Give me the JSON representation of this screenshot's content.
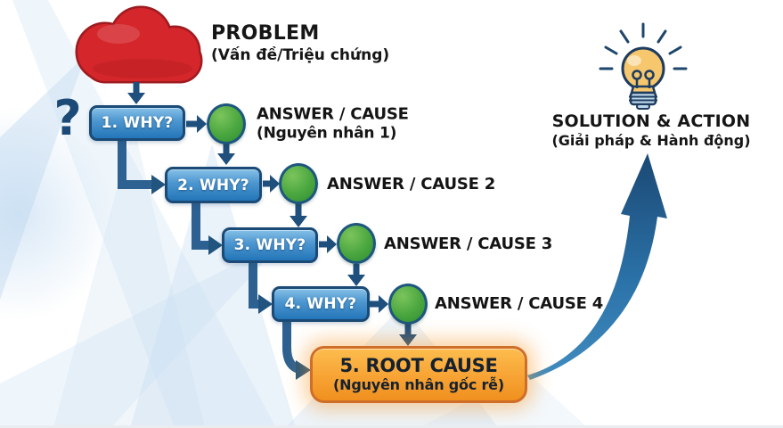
{
  "problem": {
    "title": "PROBLEM",
    "subtitle": "(Vấn đề/Triệu chứng)"
  },
  "question_mark": "?",
  "whys": [
    {
      "label": "1. WHY?",
      "answer": "ANSWER / CAUSE",
      "answer_note": "(Nguyên nhân 1)"
    },
    {
      "label": "2. WHY?",
      "answer": "ANSWER / CAUSE 2"
    },
    {
      "label": "3. WHY?",
      "answer": "ANSWER / CAUSE 3"
    },
    {
      "label": "4. WHY?",
      "answer": "ANSWER / CAUSE 4"
    }
  ],
  "root_cause": {
    "title": "5. ROOT CAUSE",
    "subtitle": "(Nguyên nhân gốc rễ)"
  },
  "solution": {
    "title": "SOLUTION & ACTION",
    "subtitle": "(Giải pháp & Hành động)"
  },
  "colors": {
    "problem_red": "#d4262b",
    "problem_red_border": "#9e1b20",
    "why_blue": "#2376b9",
    "why_blue_border": "#1a4a75",
    "answer_green": "#3f9f36",
    "connector_navy": "#1f4f7d",
    "root_orange": "#f7a334",
    "root_orange_border": "#cf6e28",
    "bulb_yellow": "#f7c76d",
    "text_dark": "#141414",
    "beam_blue": "#c7ddf1"
  }
}
